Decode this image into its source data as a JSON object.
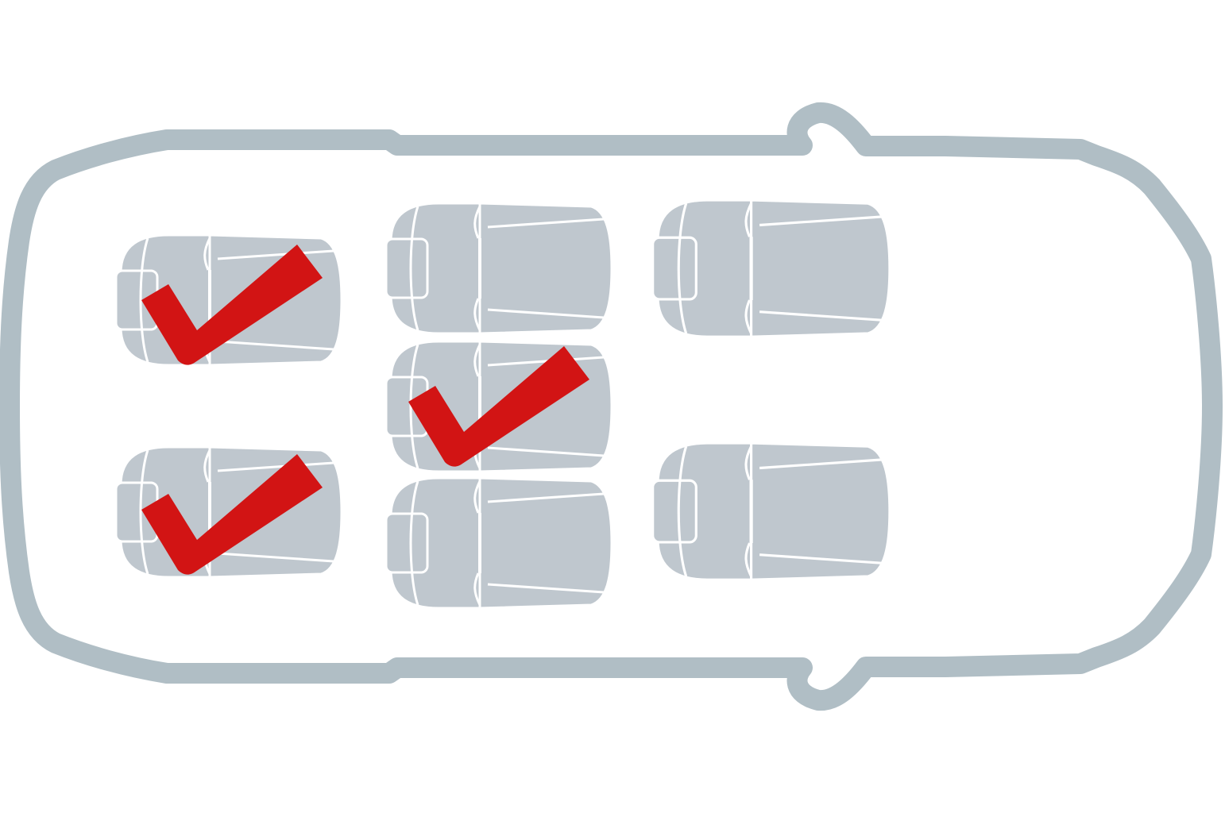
{
  "colors": {
    "background": "#ffffff",
    "car_outline": "#b0bec5",
    "seat_fill": "#bfc7ce",
    "seat_line": "#ffffff",
    "check_mark": "#d21414"
  },
  "car": {
    "icon": "car-top-view-icon",
    "orientation": "front-right"
  },
  "seat_rows": [
    {
      "row": "rear-row",
      "seats": [
        {
          "id": "rear-left",
          "icon": "seat-icon",
          "checked": true
        },
        {
          "id": "rear-right",
          "icon": "seat-icon",
          "checked": true
        }
      ]
    },
    {
      "row": "middle-row",
      "seats": [
        {
          "id": "middle-left",
          "icon": "seat-icon",
          "checked": false
        },
        {
          "id": "middle-center",
          "icon": "seat-icon",
          "checked": true
        },
        {
          "id": "middle-right",
          "icon": "seat-icon",
          "checked": false
        }
      ]
    },
    {
      "row": "front-row",
      "seats": [
        {
          "id": "front-left",
          "icon": "seat-icon",
          "checked": false
        },
        {
          "id": "front-right",
          "icon": "seat-icon",
          "checked": false
        }
      ]
    }
  ],
  "check_icon": "check-mark-icon"
}
